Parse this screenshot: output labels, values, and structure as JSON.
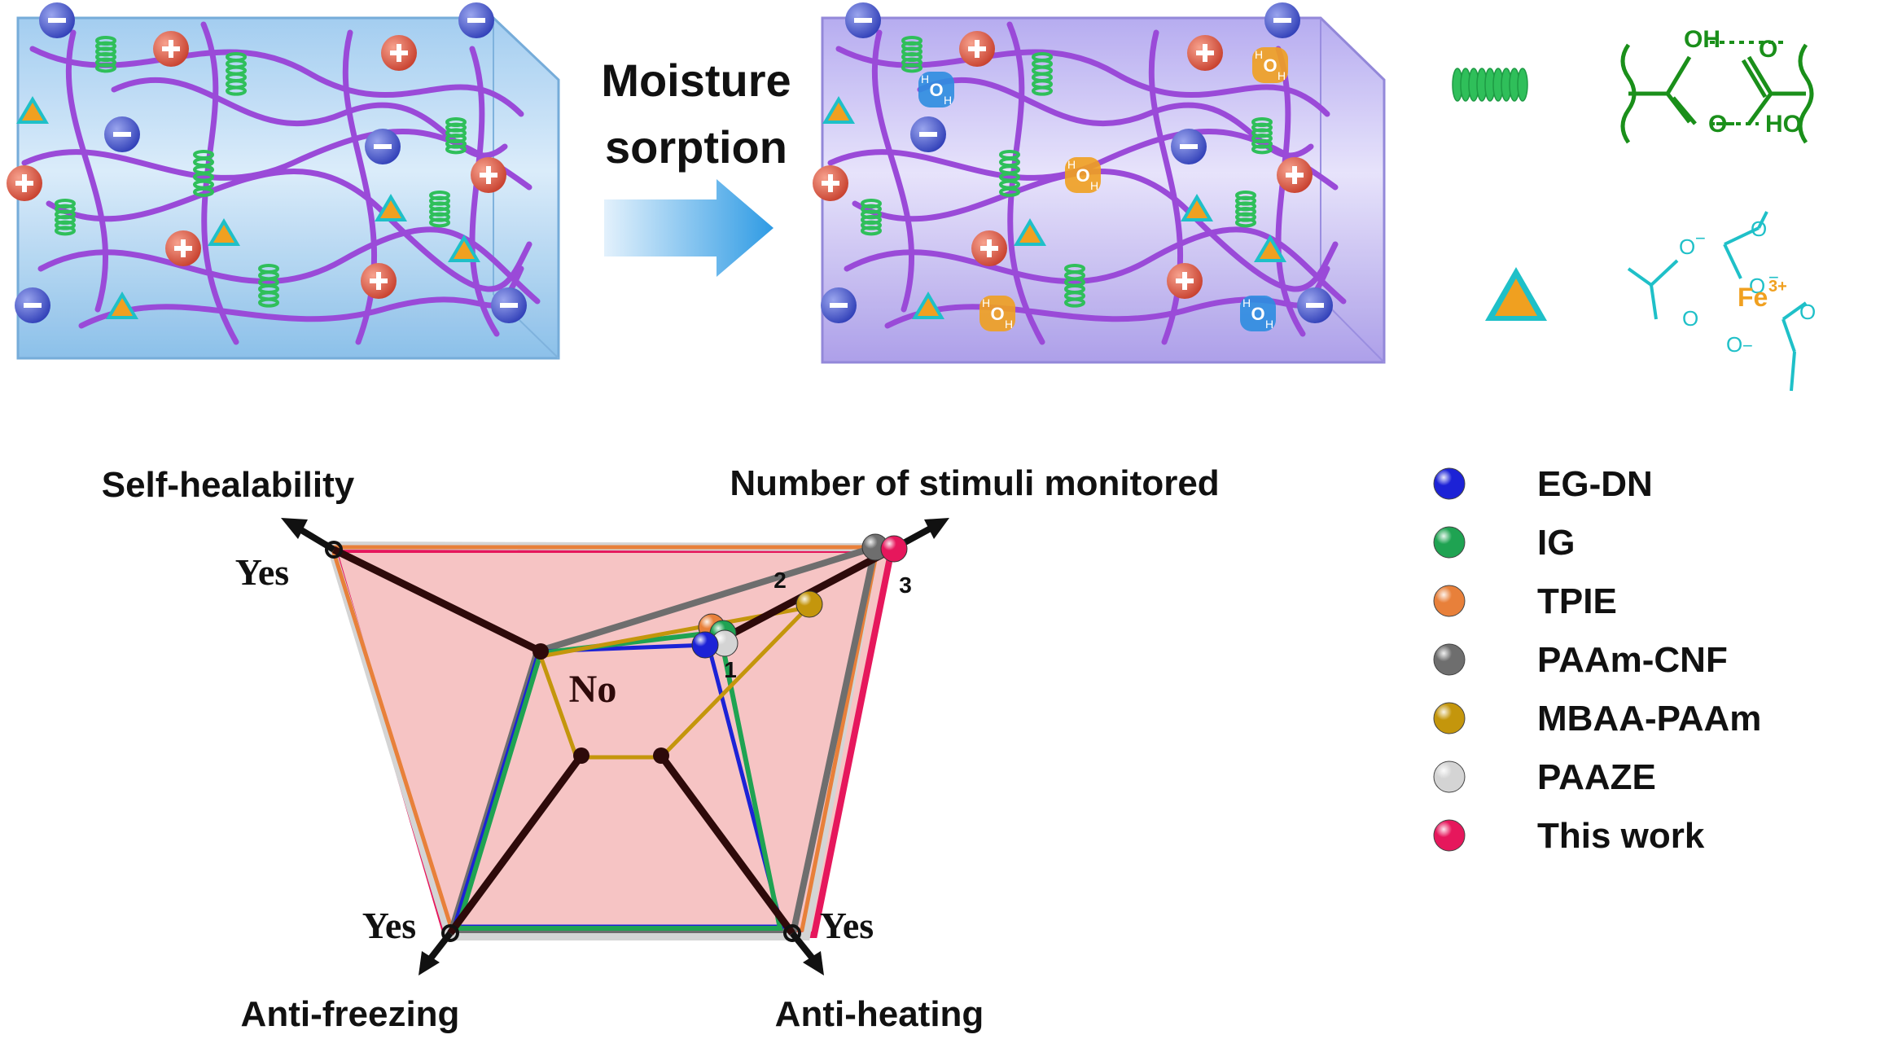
{
  "process": {
    "arrow_label_line1": "Moisture",
    "arrow_label_line2": "sorption"
  },
  "chemistry": {
    "hbond_oh_top": "OH",
    "hbond_o_top": "O",
    "hbond_o_bottom": "O",
    "hbond_ho_bottom": "HO",
    "fe_label": "Fe",
    "fe_charge": "3+",
    "carboxylate_o": "O",
    "carboxylate_charge": "−"
  },
  "water_molecule": {
    "o": "O",
    "h": "H"
  },
  "radar": {
    "center_label": "No",
    "axes": {
      "top_left": {
        "title": "Self-healability",
        "end": "Yes"
      },
      "top_right": {
        "title": "Number of stimuli monitored",
        "ticks": [
          "1",
          "2",
          "3"
        ]
      },
      "bottom_left": {
        "title": "Anti-freezing",
        "end": "Yes"
      },
      "bottom_right": {
        "title": "Anti-heating",
        "end": "Yes"
      }
    }
  },
  "legend": [
    {
      "label": "EG-DN",
      "color": "#1c22d6"
    },
    {
      "label": "IG",
      "color": "#1fa352"
    },
    {
      "label": "TPIE",
      "color": "#e8803a"
    },
    {
      "label": "PAAm-CNF",
      "color": "#6e6e6e"
    },
    {
      "label": "MBAA-PAAm",
      "color": "#c4960c"
    },
    {
      "label": "PAAZE",
      "color": "#d4d4d4"
    },
    {
      "label": "This work",
      "color": "#e6175c"
    }
  ],
  "colors": {
    "network_strand": "#9a4ad8",
    "hbond_green": "#1a8f1a",
    "fe_cyan": "#1fc0c8",
    "fe_orange": "#f0a020",
    "plus_red": "#d84a3a",
    "minus_blue": "#3a4ac0",
    "radar_fill": "#f6c4c4"
  }
}
